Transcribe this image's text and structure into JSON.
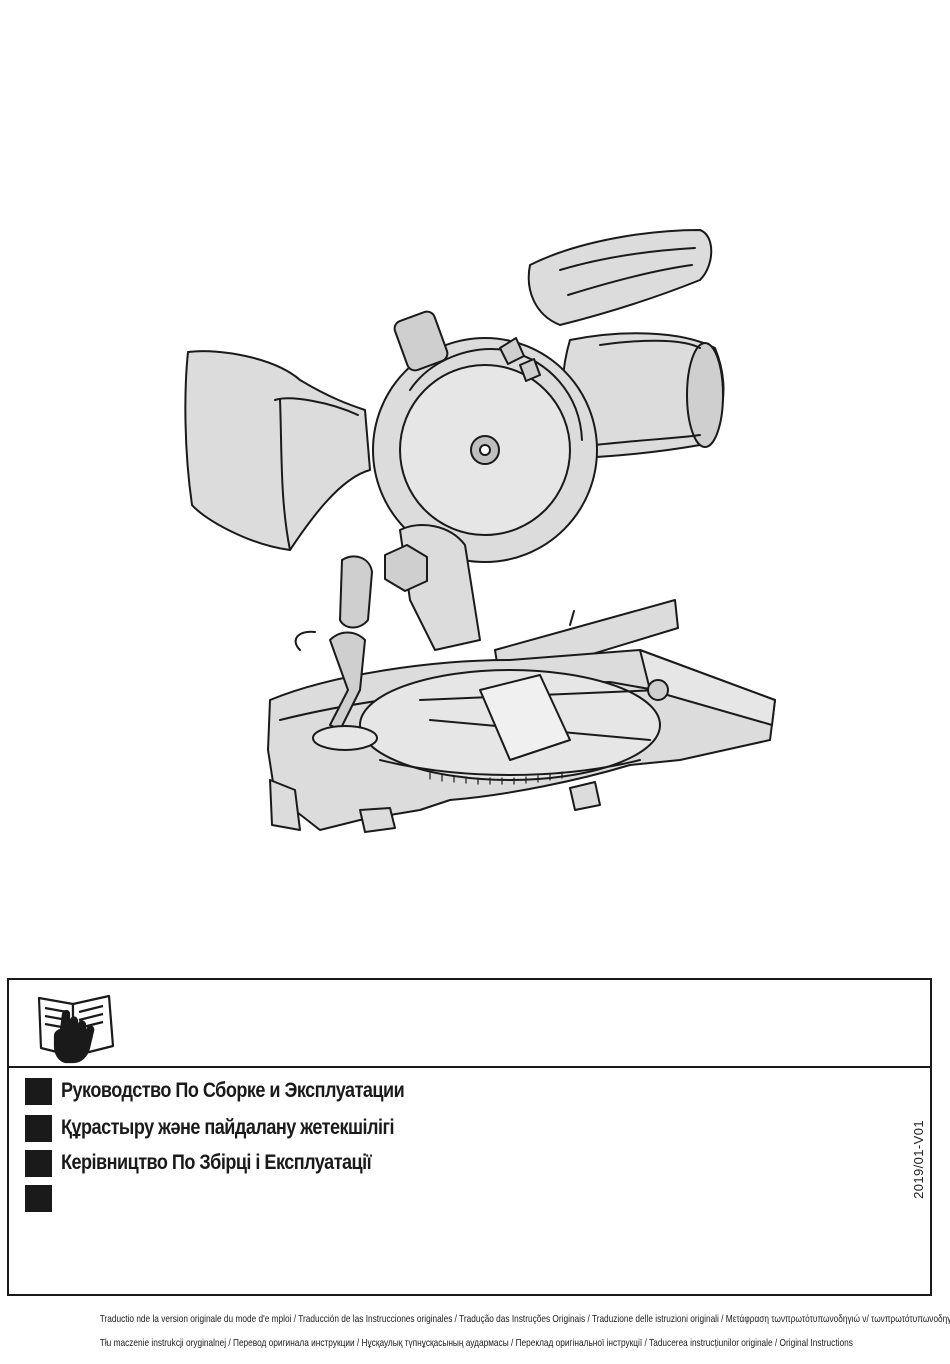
{
  "illustration": {
    "subject-icon": "miter-saw-illustration"
  },
  "manual_icon": "read-manual-icon",
  "languages": [
    {
      "text": "Руководство По Сборке и Эксплуатации"
    },
    {
      "text": "Құрастыру және пайдалану жетекшілігі"
    },
    {
      "text": "Керівництво По Збірці і Експлуатації"
    },
    {
      "text": ""
    }
  ],
  "doc_version": "2019/01-V01",
  "footer": {
    "line1": "Traductio nde la version originale du mode d'e mploi / Traducción de las Instrucciones originales / Tradução das Instruções Originais / Traduzione delle istruzioni originali /  Μετάφραση τωνπρωτότυπωνοδηγιώ ν/ τωνπρωτότυπωνοδηγιώ ν/",
    "line2": "Tłu maczenie instrukcji oryginalnej /  Перевод оригинала инструкции /  Нұсқаулық түпнұсқасының  аудармасы /  Переклад оригінальної інструкції /  Taducerea instrucțiunilor originale / Original Instructions"
  },
  "colors": {
    "ink": "#1a1a1a",
    "background": "#ffffff",
    "tool_fill": "#dcdcdc"
  }
}
